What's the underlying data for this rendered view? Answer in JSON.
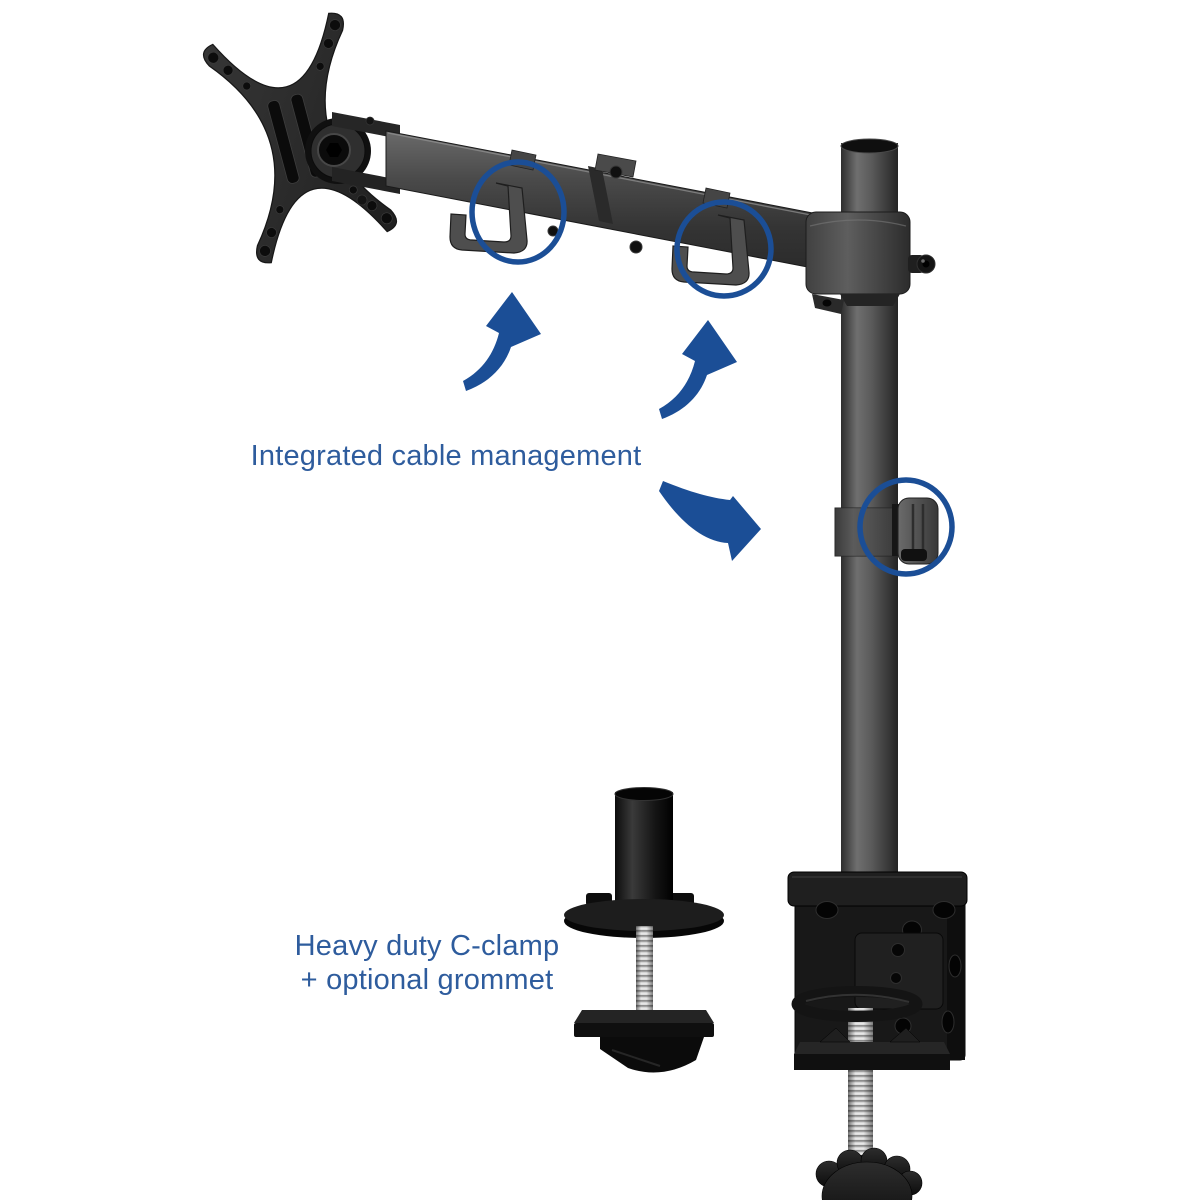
{
  "figure": {
    "type": "annotated-product-diagram",
    "subject": "single-monitor-desk-mount-arm",
    "parts": [
      "vesa-plate",
      "pivot-joint",
      "monitor-arm",
      "arm-cable-clip-1",
      "arm-cable-clip-2",
      "pole",
      "arm-pole-collar",
      "pole-cable-clip",
      "c-clamp-base",
      "clamp-knob",
      "grommet-mount"
    ],
    "annotation_circles": 3,
    "annotation_arrows": 3
  },
  "labels": {
    "cable_management": "Integrated cable management",
    "clamp_line1": "Heavy duty C-clamp",
    "clamp_line2": "+ optional grommet"
  },
  "colors": {
    "annotation_blue": "#1b4e96",
    "label_text_blue": "#2e5c9d",
    "background": "#ffffff",
    "product_black": "#1a1a1a",
    "product_gray": "#4f4f4f",
    "rod_silver": "#cfcfcf"
  }
}
